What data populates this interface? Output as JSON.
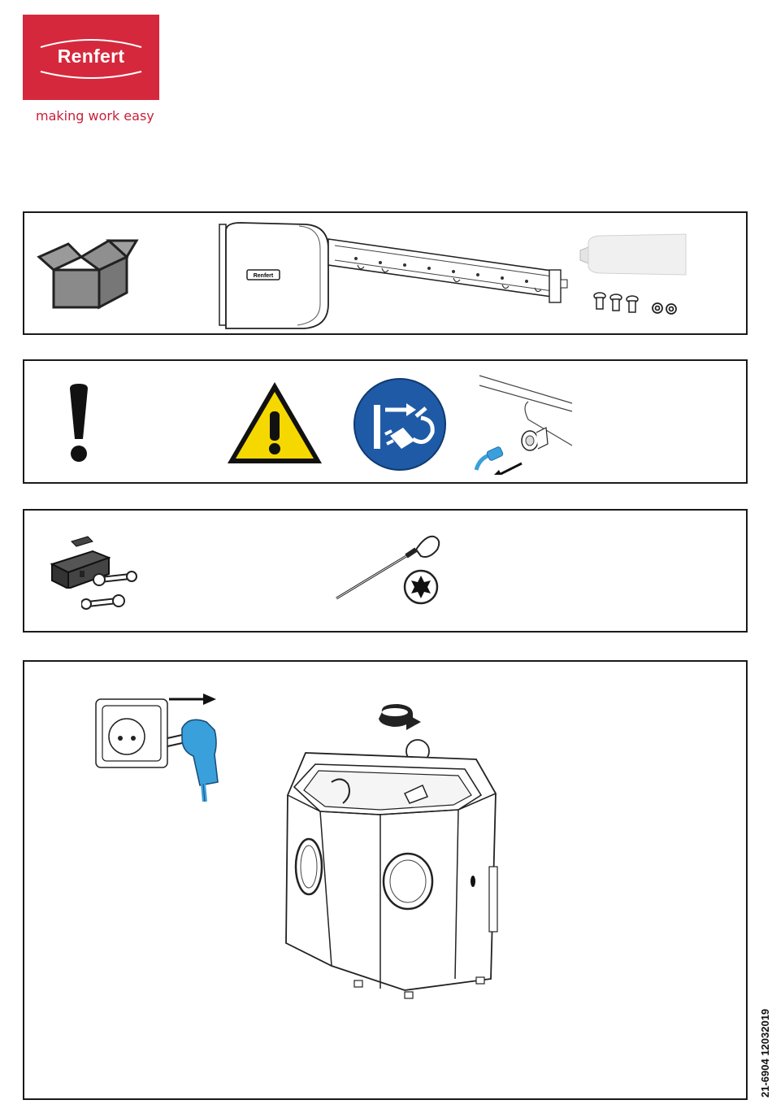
{
  "brand": {
    "name": "Renfert",
    "tagline": "making work easy",
    "color": "#d6283c"
  },
  "panels": {
    "scope_of_delivery": {
      "icons": [
        "open-box-icon",
        "sandblaster-nozzle-assembly",
        "grease-tube",
        "screws",
        "nuts"
      ],
      "product_label": "Renfert"
    },
    "warnings": {
      "icons": [
        "exclamation-icon",
        "warning-triangle-icon",
        "disconnect-mains-plug-icon",
        "compressed-air-disconnect-illustration"
      ],
      "colors": {
        "warning_yellow": "#f5d800",
        "mandatory_blue": "#1f5aa6"
      }
    },
    "tools": {
      "icons": [
        "toolbox-icon",
        "wrenches-icon",
        "torx-screwdriver-icon",
        "torx-bit-icon"
      ]
    },
    "step": {
      "icons": [
        "wall-socket-icon",
        "unplug-arrow-icon",
        "power-plug-icon",
        "rotate-arrow-icon",
        "sandblaster-unit-illustration"
      ],
      "colors": {
        "cable_blue": "#3aa0dc"
      }
    }
  },
  "footer": {
    "document_number": "21-6904 12032019"
  }
}
